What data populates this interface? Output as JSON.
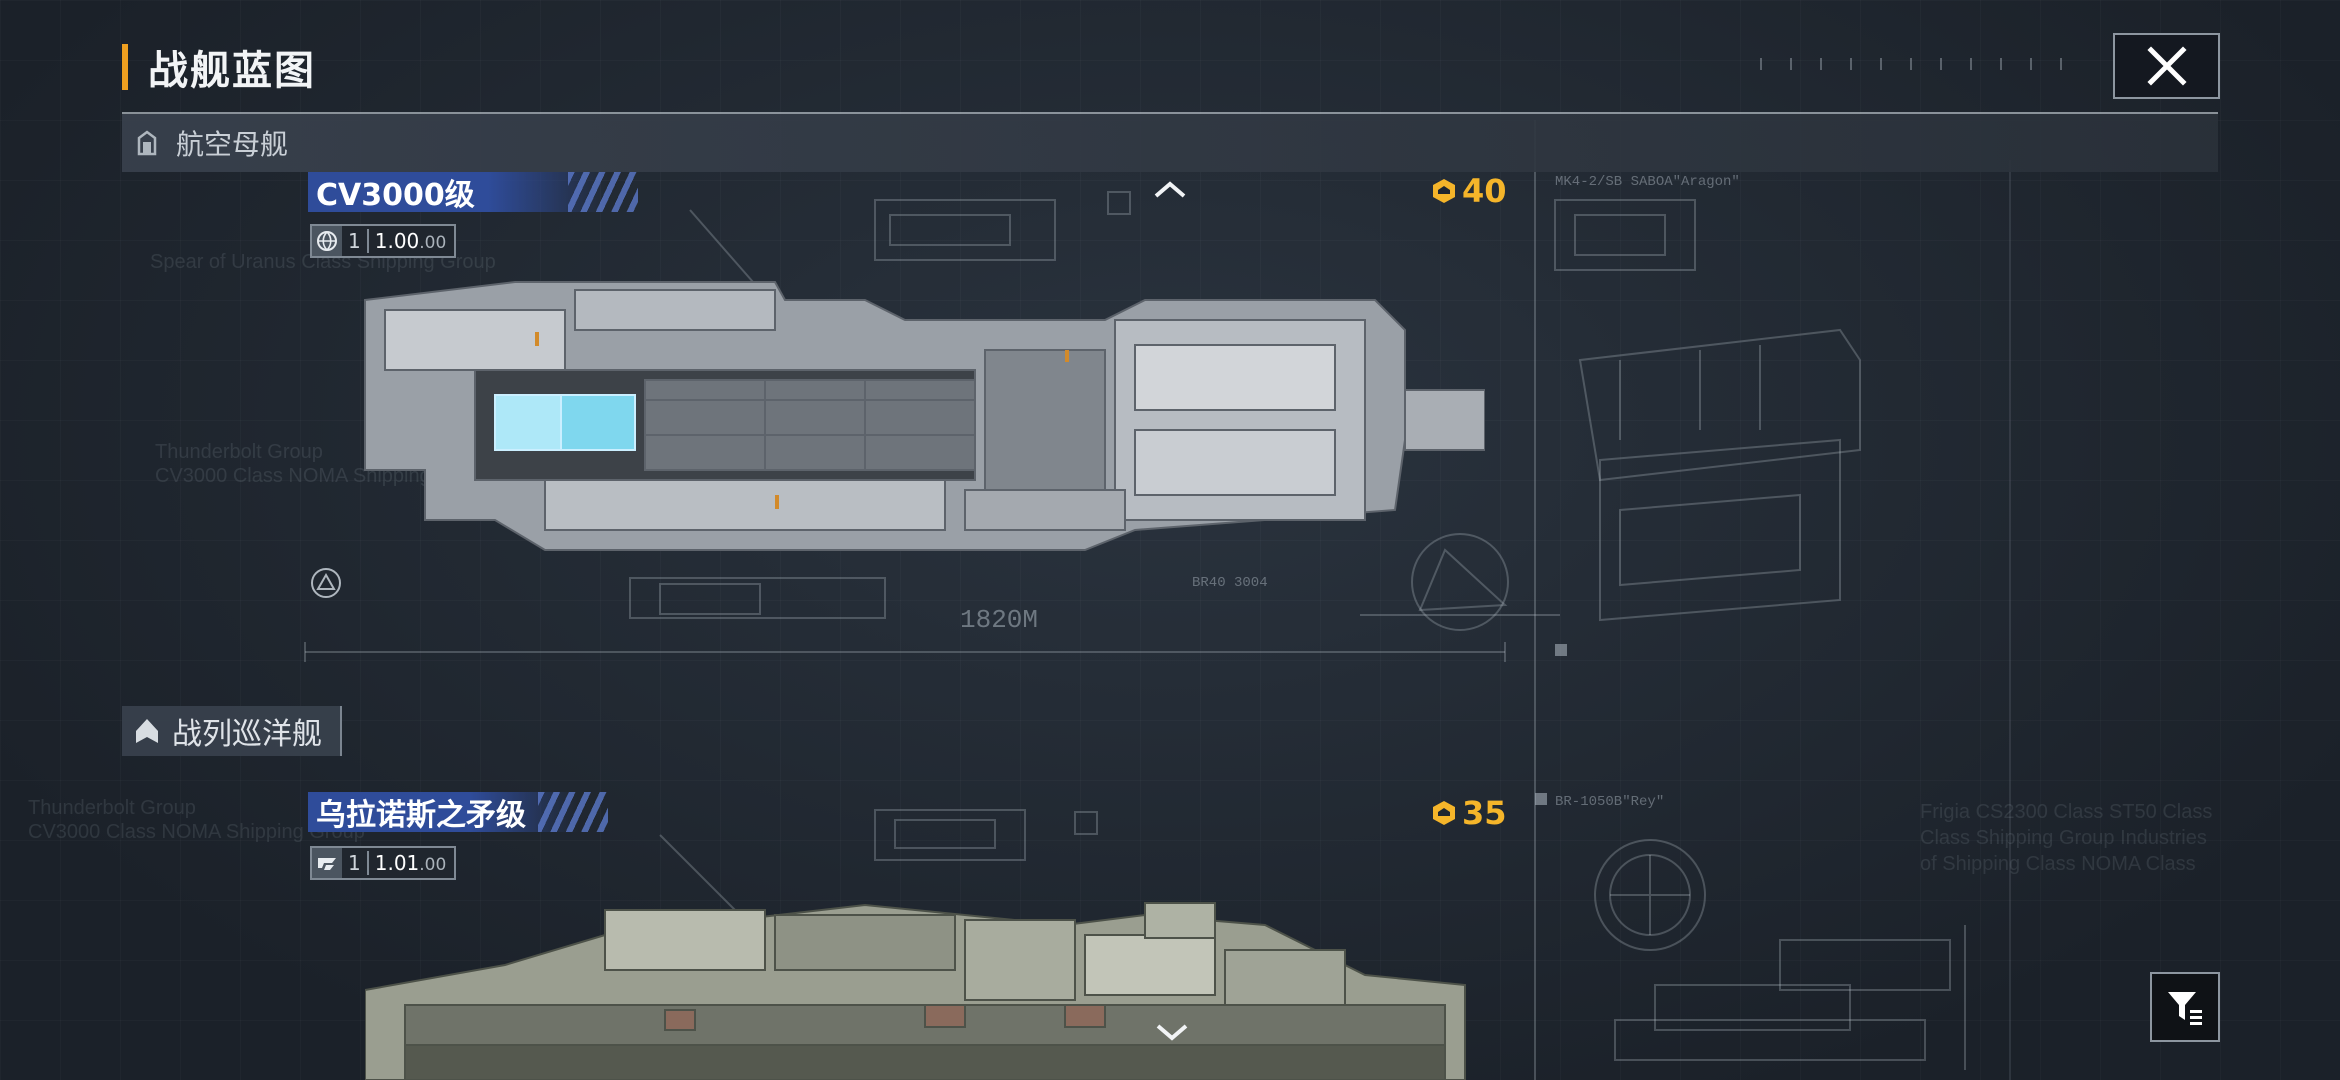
{
  "page": {
    "title": "战舰蓝图"
  },
  "categories": [
    {
      "label": "航空母舰",
      "icon": "carrier-icon"
    },
    {
      "label": "战列巡洋舰",
      "icon": "battlecruiser-icon"
    }
  ],
  "ships": [
    {
      "name": "CV3000级",
      "version_index": "1",
      "version": "1.00",
      "version_sub": ".00",
      "cost": "40",
      "scale_label": "1820M",
      "code_label": "BR40 3004",
      "model_label": "MK4-2/SB SABOA\"Aragon\""
    },
    {
      "name": "乌拉诺斯之矛级",
      "version_index": "1",
      "version": "1.01",
      "version_sub": ".00",
      "cost": "35",
      "model_label": "BR-1050B\"Rey\""
    }
  ],
  "background_text": [
    "Spear of Uranus Class Shipping Group",
    "Thunderbolt Group",
    "CV3000 Class NOMA Shipping Group",
    "Thunderbolt Group",
    "CV3000 Class NOMA Shipping Group",
    "Frigia CS2300 Class ST50 Class",
    "Class Shipping Group Industries",
    "of Shipping Class NOMA Class"
  ],
  "colors": {
    "accent": "#f0a020",
    "tag_blue": "#2f4c9a",
    "cost": "#f5b52a"
  }
}
